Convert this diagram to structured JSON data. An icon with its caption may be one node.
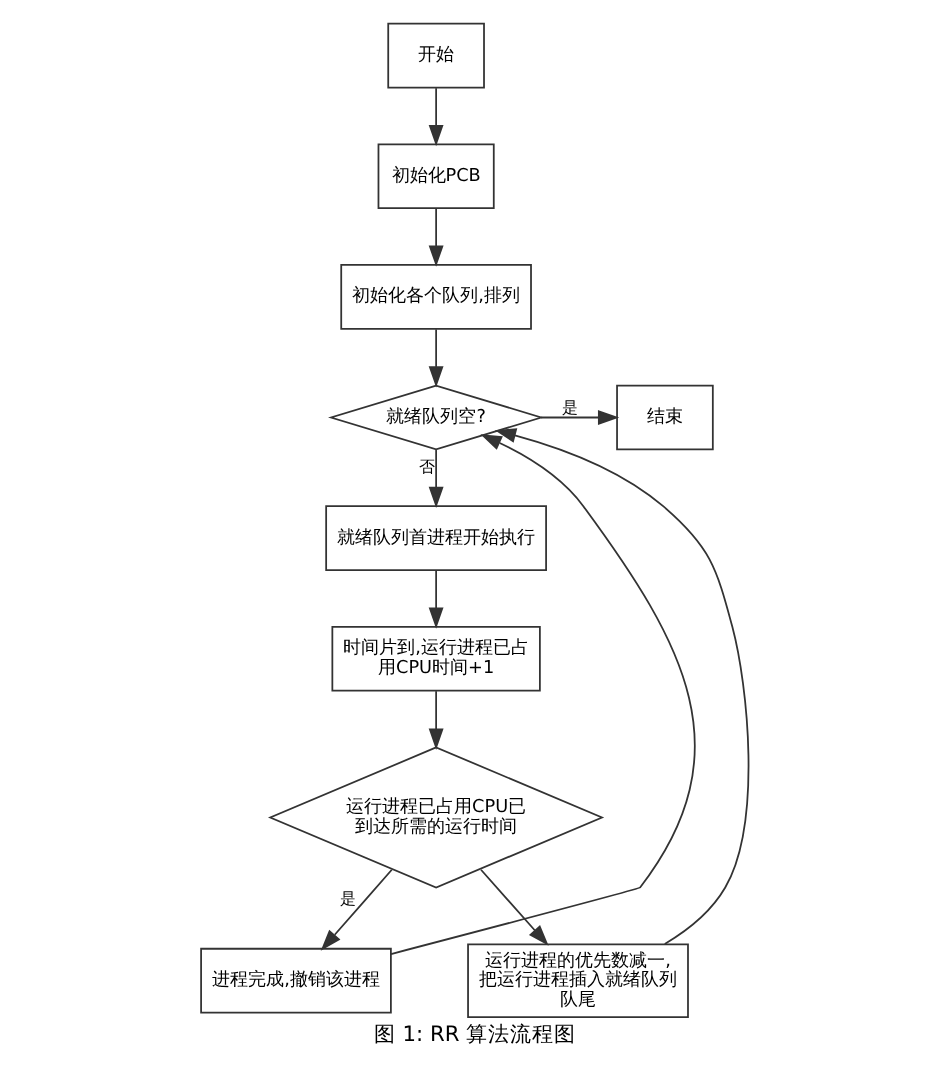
{
  "diagram": {
    "caption": "图 1: RR 算法流程图",
    "nodes": [
      {
        "text": [
          "开始"
        ]
      },
      {
        "text": [
          "初始化PCB"
        ]
      },
      {
        "text": [
          "初始化各个队列,排列"
        ]
      },
      {
        "text": [
          "就绪队列空?"
        ]
      },
      {
        "text": [
          "结束"
        ]
      },
      {
        "text": [
          "就绪队列首进程开始执行"
        ]
      },
      {
        "text": [
          "时间片到,运行进程已占用CPU时间+1"
        ]
      },
      {
        "text": [
          "运行进程已占用CPU已到达所需的运行时间"
        ]
      },
      {
        "text": [
          "进程完成,撤销该进程"
        ]
      },
      {
        "text": [
          "运行进程的优先数减一,把运行进程插入就绪队列队尾"
        ]
      }
    ],
    "edges": [
      {
        "from": 0,
        "to": 1,
        "arrow": "to"
      },
      {
        "from": 1,
        "to": 2,
        "arrow": "to"
      },
      {
        "from": 2,
        "to": 3,
        "arrow": "to"
      },
      {
        "from": 3,
        "to": 4,
        "arrow": "to",
        "label": "是"
      },
      {
        "from": 3,
        "to": 5,
        "arrow": "to",
        "label": "否"
      },
      {
        "from": 5,
        "to": 6,
        "arrow": "to"
      },
      {
        "from": 6,
        "to": 7,
        "arrow": "to"
      },
      {
        "from": 7,
        "to": 8,
        "arrow": "to",
        "label": "是"
      },
      {
        "from": 7,
        "to": 9,
        "arrow": "to"
      },
      {
        "from": 9,
        "to": 3,
        "arrow": "to"
      },
      {
        "from": 8,
        "to": 3,
        "arrow": "to"
      }
    ]
  }
}
